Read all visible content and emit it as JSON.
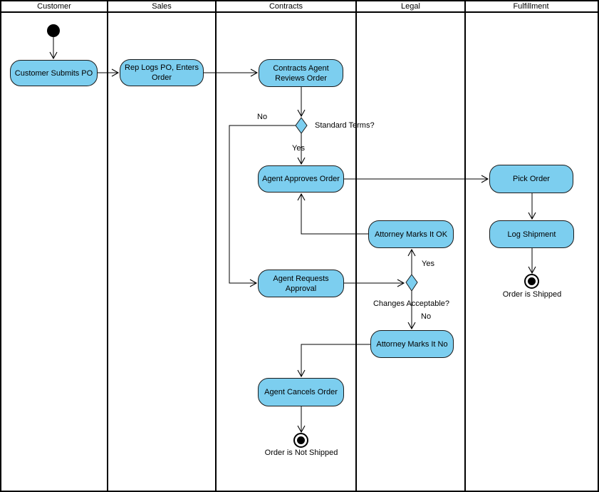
{
  "lanes": [
    {
      "label": "Customer"
    },
    {
      "label": "Sales"
    },
    {
      "label": "Contracts"
    },
    {
      "label": "Legal"
    },
    {
      "label": "Fulfillment"
    }
  ],
  "activities": {
    "customer_submits_po": "Customer Submits PO",
    "rep_logs_po": "Rep Logs PO, Enters Order",
    "contracts_agent_reviews": "Contracts Agent Reviews Order",
    "agent_approves": "Agent Approves Order",
    "agent_requests_approval": "Agent Requests Approval",
    "agent_cancels": "Agent Cancels Order",
    "attorney_marks_ok": "Attorney Marks It OK",
    "attorney_marks_no": "Attorney Marks It No",
    "pick_order": "Pick Order",
    "log_shipment": "Log Shipment"
  },
  "decisions": {
    "standard_terms": {
      "question": "Standard Terms?",
      "yes_label": "Yes",
      "no_label": "No"
    },
    "changes_acceptable": {
      "question": "Changes Acceptable?",
      "yes_label": "Yes",
      "no_label": "No"
    }
  },
  "terminals": {
    "order_shipped": "Order is Shipped",
    "order_not_shipped": "Order is Not Shipped"
  },
  "flows": [
    {
      "from": "start",
      "to": "customer_submits_po",
      "label": ""
    },
    {
      "from": "customer_submits_po",
      "to": "rep_logs_po",
      "label": ""
    },
    {
      "from": "rep_logs_po",
      "to": "contracts_agent_reviews",
      "label": ""
    },
    {
      "from": "contracts_agent_reviews",
      "to": "standard_terms",
      "label": ""
    },
    {
      "from": "standard_terms",
      "to": "agent_requests_approval",
      "label": "No"
    },
    {
      "from": "standard_terms",
      "to": "agent_approves",
      "label": "Yes"
    },
    {
      "from": "agent_approves",
      "to": "pick_order",
      "label": ""
    },
    {
      "from": "attorney_marks_ok",
      "to": "agent_approves",
      "label": ""
    },
    {
      "from": "agent_requests_approval",
      "to": "changes_acceptable",
      "label": ""
    },
    {
      "from": "changes_acceptable",
      "to": "attorney_marks_ok",
      "label": "Yes"
    },
    {
      "from": "changes_acceptable",
      "to": "attorney_marks_no",
      "label": "No"
    },
    {
      "from": "attorney_marks_no",
      "to": "agent_cancels",
      "label": ""
    },
    {
      "from": "agent_cancels",
      "to": "order_not_shipped",
      "label": ""
    },
    {
      "from": "pick_order",
      "to": "log_shipment",
      "label": ""
    },
    {
      "from": "log_shipment",
      "to": "order_shipped",
      "label": ""
    }
  ],
  "colors": {
    "node_fill": "#7cceef",
    "node_border": "#1a1a1a",
    "line": "#000000",
    "background": "#ffffff",
    "text": "#000000"
  }
}
